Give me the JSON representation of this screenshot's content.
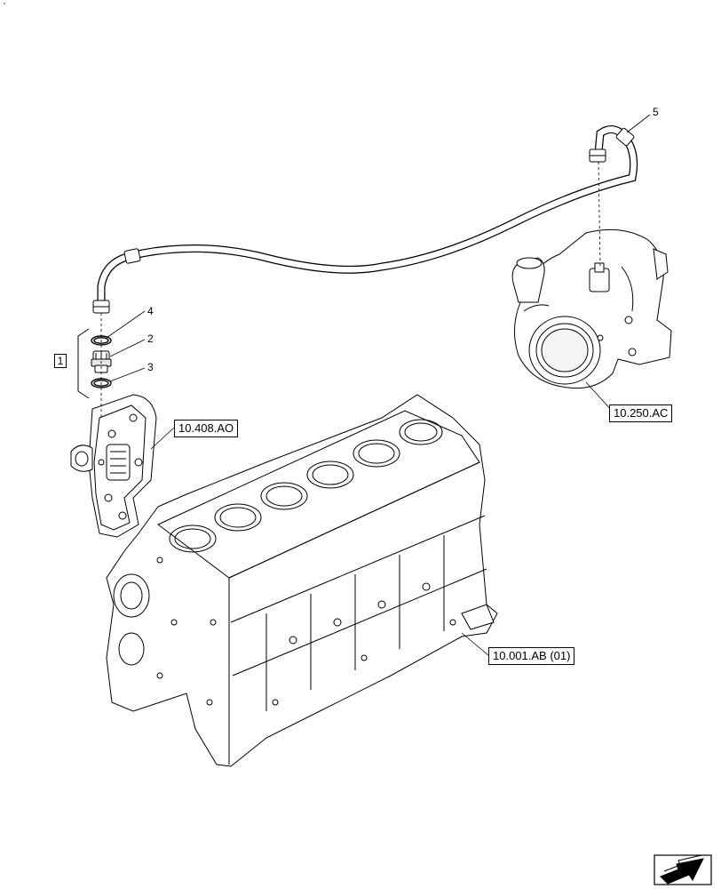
{
  "corner_mark": "·",
  "callouts": {
    "item_1": "1",
    "item_2": "2",
    "item_3": "3",
    "item_4": "4",
    "item_5": "5"
  },
  "references": {
    "cover": "10.408.AO",
    "turbo": "10.250.AC",
    "block": "10.001.AB (01)"
  },
  "nav_icon": "next-page-arrow-icon"
}
